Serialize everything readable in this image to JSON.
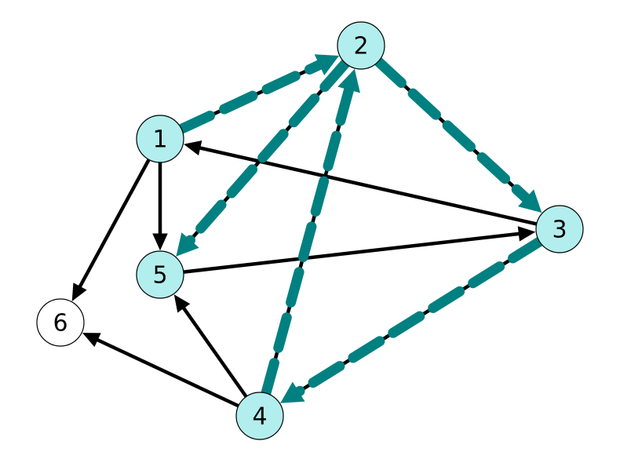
{
  "graph": {
    "colors": {
      "highlight_node_fill": "#b2eeee",
      "plain_node_fill": "#ffffff",
      "node_stroke": "#000000",
      "base_edge": "#000000",
      "highlight_edge": "#008080"
    },
    "nodes": [
      {
        "id": "1",
        "label": "1",
        "highlighted": true
      },
      {
        "id": "2",
        "label": "2",
        "highlighted": true
      },
      {
        "id": "3",
        "label": "3",
        "highlighted": true
      },
      {
        "id": "4",
        "label": "4",
        "highlighted": true
      },
      {
        "id": "5",
        "label": "5",
        "highlighted": true
      },
      {
        "id": "6",
        "label": "6",
        "highlighted": false
      }
    ],
    "edges": [
      {
        "from": "1",
        "to": "2",
        "highlighted": true
      },
      {
        "from": "2",
        "to": "3",
        "highlighted": true
      },
      {
        "from": "3",
        "to": "4",
        "highlighted": true
      },
      {
        "from": "4",
        "to": "2",
        "highlighted": true
      },
      {
        "from": "2",
        "to": "5",
        "highlighted": true
      },
      {
        "from": "1",
        "to": "5",
        "highlighted": false
      },
      {
        "from": "1",
        "to": "6",
        "highlighted": false
      },
      {
        "from": "3",
        "to": "1",
        "highlighted": false
      },
      {
        "from": "5",
        "to": "3",
        "highlighted": false
      },
      {
        "from": "4",
        "to": "5",
        "highlighted": false
      },
      {
        "from": "4",
        "to": "6",
        "highlighted": false
      }
    ]
  }
}
